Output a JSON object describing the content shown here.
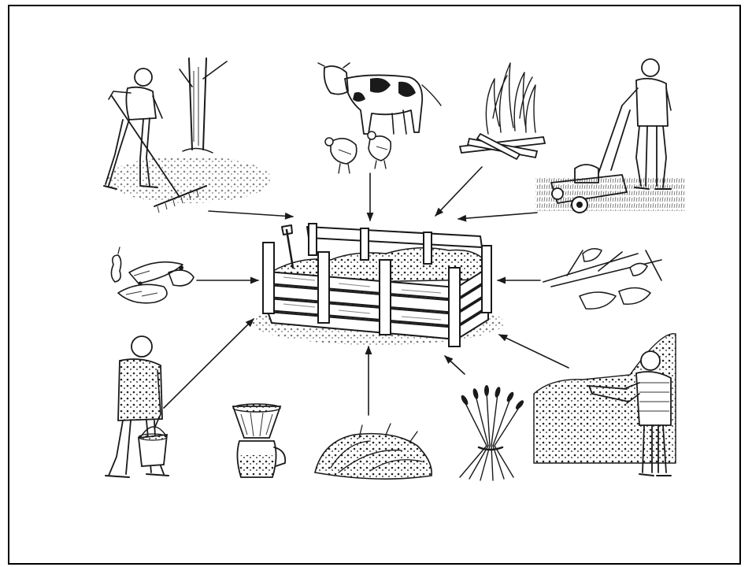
{
  "diagram": {
    "center": "compost-bin",
    "sources": [
      "man-raking-leaves",
      "cow-and-chickens",
      "burning-twigs",
      "boy-mowing-lawn",
      "fruit-and-vegetable-scraps",
      "pruned-branches",
      "person-carrying-bucket",
      "coffee-filter-and-pot",
      "pile-of-weeds",
      "bundle-of-straw",
      "boy-trimming-hedge"
    ],
    "colors": {
      "ink": "#1a1a1a",
      "background": "#ffffff",
      "frame": "#000000"
    }
  }
}
